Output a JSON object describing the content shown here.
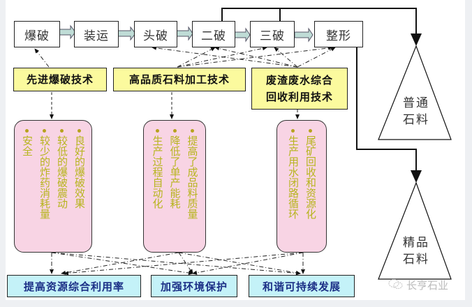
{
  "process_steps": [
    {
      "label": "爆破"
    },
    {
      "label": "装运"
    },
    {
      "label": "头破"
    },
    {
      "label": "二破"
    },
    {
      "label": "三破"
    },
    {
      "label": "整形"
    }
  ],
  "technologies": [
    {
      "label": "先进爆破技术"
    },
    {
      "label": "高品质石料加工技术"
    },
    {
      "label": "废渣废水综合回收利用技术",
      "line1": "废渣废水综合",
      "line2": "回收利用技术"
    }
  ],
  "benefits": [
    {
      "items": [
        "良好的爆破效果",
        "较低的爆破震动",
        "较少的炸药消耗量",
        "安全"
      ]
    },
    {
      "items": [
        "提高了成品料质量",
        "降低了单产能耗",
        "生产过程自动化"
      ]
    },
    {
      "items": [
        "尾矿回收和资源化",
        "生产用水闭路循环"
      ]
    }
  ],
  "goals": [
    {
      "label": "提高资源综合利用率"
    },
    {
      "label": "加强环境保护"
    },
    {
      "label": "和谐可持续发展"
    }
  ],
  "products": [
    {
      "line1": "普通",
      "line2": "石料"
    },
    {
      "line1": "精品",
      "line2": "石料"
    }
  ],
  "watermark": {
    "icon": "wechat-icon",
    "text": "长亨石业"
  },
  "colors": {
    "tech_fill": "#fbfa9e",
    "benefit_fill": "#f8d4e4",
    "benefit_text": "#b7b51e",
    "goal_fill": "#c4f2f8",
    "goal_text": "#1b2f86",
    "arrow_fill": "#bfdcd6"
  }
}
